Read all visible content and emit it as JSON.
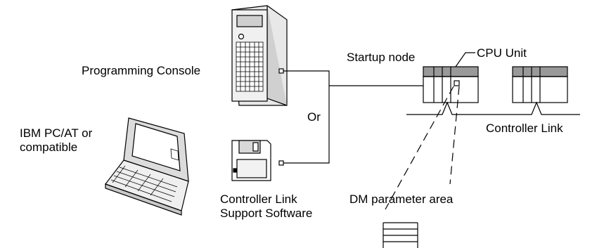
{
  "labels": {
    "programming_console": "Programming Console",
    "ibm_line1": "IBM PC/AT or",
    "ibm_line2": "compatible",
    "or": "Or",
    "software_line1": "Controller Link",
    "software_line2": "Support Software",
    "startup_node": "Startup node",
    "cpu_unit": "CPU Unit",
    "controller_link": "Controller Link",
    "dm_parameter_area": "DM parameter area"
  }
}
